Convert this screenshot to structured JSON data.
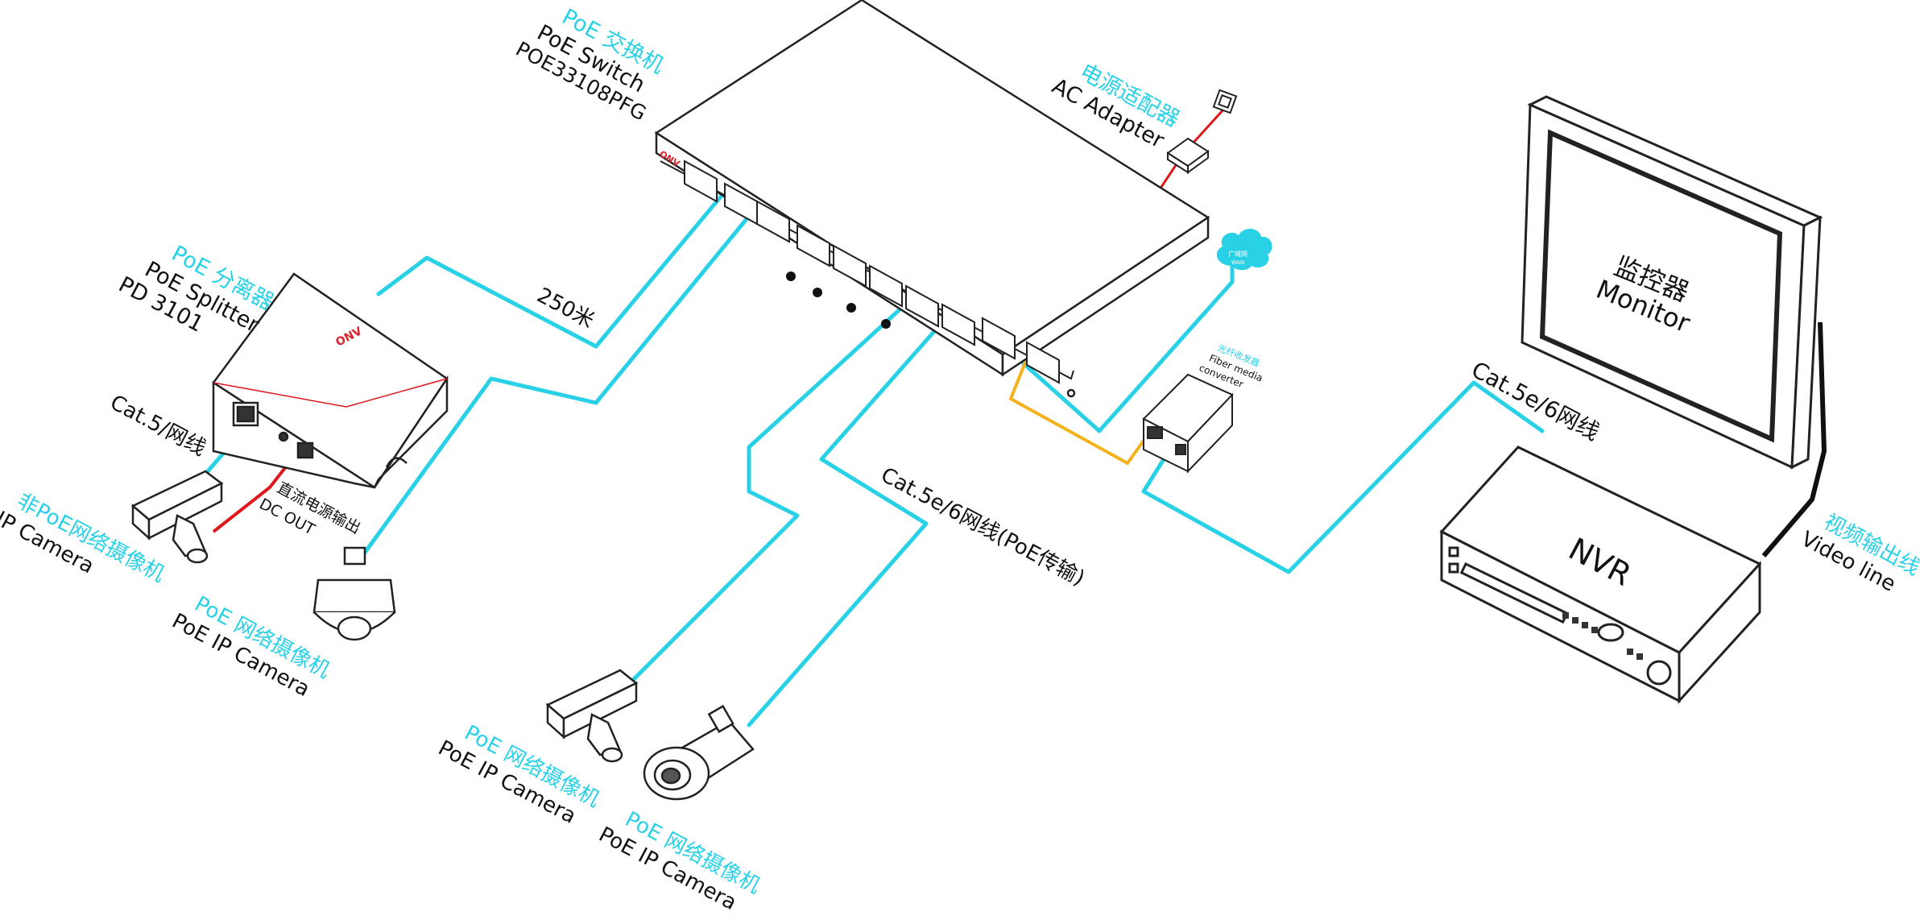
{
  "switch": {
    "cn": "PoE 交换机",
    "en": "PoE  Switch",
    "model": "POE33108PFG"
  },
  "adapter": {
    "cn": "电源适配器",
    "en": "AC Adapter"
  },
  "splitter": {
    "cn": "PoE 分离器",
    "en": "PoE Splitter",
    "model": "PD 3101"
  },
  "distance": "250米",
  "cable_cat5": "Cat.5/网线",
  "cable_poe": "Cat.5e/6网线(PoE传输)",
  "cable_nvr": "Cat.5e/6网线",
  "dc_out": {
    "cn": "直流电源输出",
    "en": "DC OUT"
  },
  "non_poe_cam": {
    "cn": "非PoE网络摄像机",
    "en": "IP Camera"
  },
  "poe_cam_1": {
    "cn": "PoE 网络摄像机",
    "en": "PoE IP Camera"
  },
  "poe_cam_2": {
    "cn": "PoE 网络摄像机",
    "en": "PoE IP Camera"
  },
  "poe_cam_3": {
    "cn": "PoE 网络摄像机",
    "en": "PoE IP Camera"
  },
  "fiber": {
    "cn": "光纤收发器",
    "en1": "Fiber media",
    "en2": "converter"
  },
  "wan": {
    "cn": "广域网",
    "en": "WAN"
  },
  "monitor": {
    "cn": "监控器",
    "en": "Monitor"
  },
  "nvr": "NVR",
  "video_line": {
    "cn": "视频输出线",
    "en": "Video line"
  },
  "brand": "ONV",
  "colors": {
    "cable": "#29d1e6",
    "power": "#e0161b",
    "fiber": "#f3b11c",
    "label": "#29d1e6"
  }
}
